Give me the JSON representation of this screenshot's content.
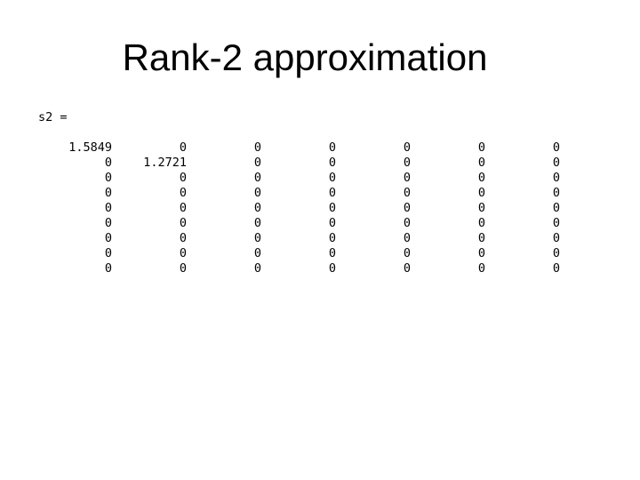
{
  "slide": {
    "title": "Rank-2 approximation"
  },
  "matlab_output": {
    "variable_label": "s2 =",
    "matrix_rows": [
      [
        "1.5849",
        "0",
        "0",
        "0",
        "0",
        "0",
        "0"
      ],
      [
        "0",
        "1.2721",
        "0",
        "0",
        "0",
        "0",
        "0"
      ],
      [
        "0",
        "0",
        "0",
        "0",
        "0",
        "0",
        "0"
      ],
      [
        "0",
        "0",
        "0",
        "0",
        "0",
        "0",
        "0"
      ],
      [
        "0",
        "0",
        "0",
        "0",
        "0",
        "0",
        "0"
      ],
      [
        "0",
        "0",
        "0",
        "0",
        "0",
        "0",
        "0"
      ],
      [
        "0",
        "0",
        "0",
        "0",
        "0",
        "0",
        "0"
      ],
      [
        "0",
        "0",
        "0",
        "0",
        "0",
        "0",
        "0"
      ],
      [
        "0",
        "0",
        "0",
        "0",
        "0",
        "0",
        "0"
      ]
    ]
  },
  "colors": {
    "background": "#ffffff",
    "text": "#000000"
  }
}
